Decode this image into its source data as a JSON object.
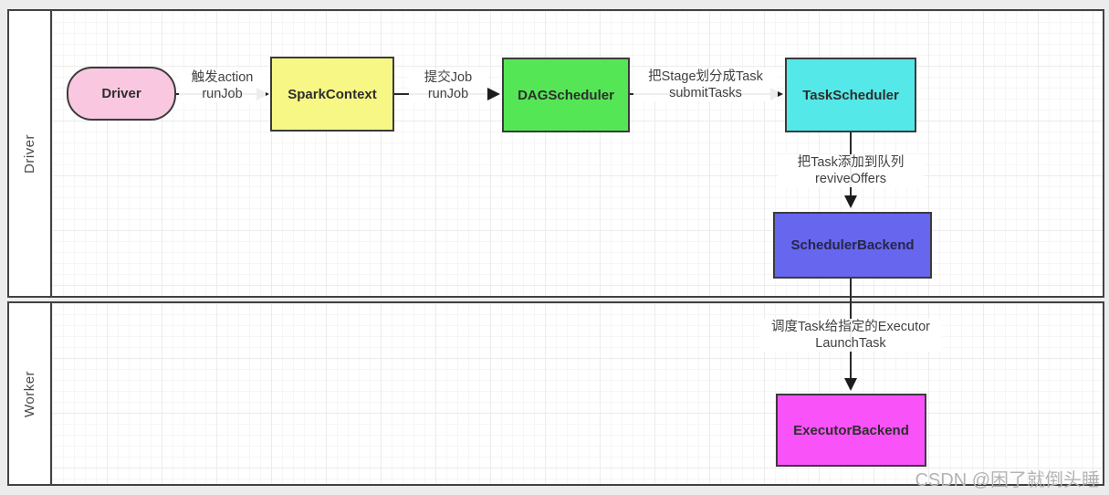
{
  "diagram": {
    "lanes": [
      {
        "id": "driver",
        "label": "Driver"
      },
      {
        "id": "worker",
        "label": "Worker"
      }
    ],
    "nodes": {
      "driver": {
        "label": "Driver",
        "color": "#f9c8e0"
      },
      "spark_context": {
        "label": "SparkContext",
        "color": "#f7f785"
      },
      "dag_scheduler": {
        "label": "DAGScheduler",
        "color": "#55e656"
      },
      "task_scheduler": {
        "label": "TaskScheduler",
        "color": "#55e8e8"
      },
      "scheduler_backend": {
        "label": "SchedulerBackend",
        "color": "#6666ee"
      },
      "executor_backend": {
        "label": "ExecutorBackend",
        "color": "#f852f8"
      }
    },
    "edges": {
      "driver_to_sparkcontext": {
        "line1": "触发action",
        "line2": "runJob"
      },
      "sparkcontext_to_dagscheduler": {
        "line1": "提交Job",
        "line2": "runJob"
      },
      "dagscheduler_to_taskscheduler": {
        "line1": "把Stage划分成Task",
        "line2": "submitTasks"
      },
      "taskscheduler_to_schedulerbackend": {
        "line1": "把Task添加到队列",
        "line2": "reviveOffers"
      },
      "schedulerbackend_to_executorbackend": {
        "line1": "调度Task给指定的Executor",
        "line2": "LaunchTask"
      }
    },
    "watermark": "CSDN @困了就倒头睡",
    "colors": {
      "lane_border": "#424242",
      "node_border": "#3b3b3b",
      "edge": "#1c1c1c",
      "label_text": "#414141",
      "watermark_text": "#b3b3b3"
    }
  }
}
